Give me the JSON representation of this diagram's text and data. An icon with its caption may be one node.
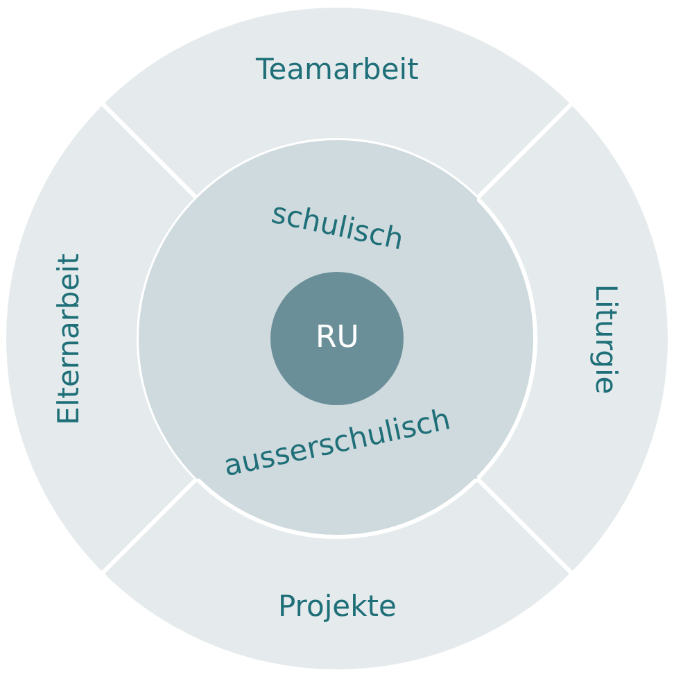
{
  "diagram": {
    "nodes": [
      {
        "text": [
          "Teamarbeit"
        ]
      },
      {
        "text": [
          "Elternarbeit"
        ]
      },
      {
        "text": [
          "schulisch",
          "ausserschulisch"
        ]
      },
      {
        "text": [
          "RU"
        ],
        "in": 2
      },
      {
        "text": [
          "Liturgie"
        ]
      },
      {
        "text": [
          "Projekte"
        ]
      }
    ]
  }
}
